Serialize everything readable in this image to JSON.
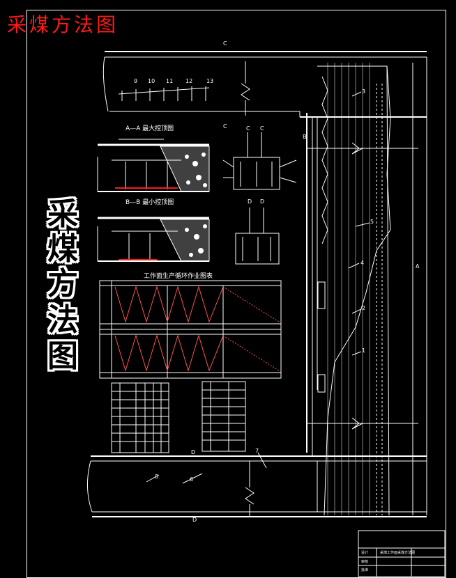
{
  "header": {
    "red_title": "采煤方法图"
  },
  "vertical_title": [
    "采",
    "煤",
    "方",
    "法",
    "图"
  ],
  "sections": {
    "a_a": "A—A 最大控顶图",
    "b_b": "B—B 最小控顶图",
    "schedule": "工作面生产循环作业图表"
  },
  "markers": {
    "c_top": "C",
    "c_mid": "C",
    "c_left": "C",
    "c_right": "C",
    "d_left": "D",
    "d_right": "D",
    "d_bottom": "D",
    "d_road": "D",
    "b_right": "B",
    "a_right": "A"
  },
  "number_labels": [
    "9",
    "10",
    "11",
    "12",
    "13",
    "3",
    "5",
    "4",
    "2",
    "1",
    "7",
    "8",
    "6"
  ],
  "title_block": {
    "drawing_name": "采煤工作面采煤方法图",
    "rows": [
      "设计",
      "审核",
      "批准"
    ]
  },
  "colors": {
    "line": "#ffffff",
    "accent_red": "#ff1a1a",
    "background": "#000000"
  }
}
